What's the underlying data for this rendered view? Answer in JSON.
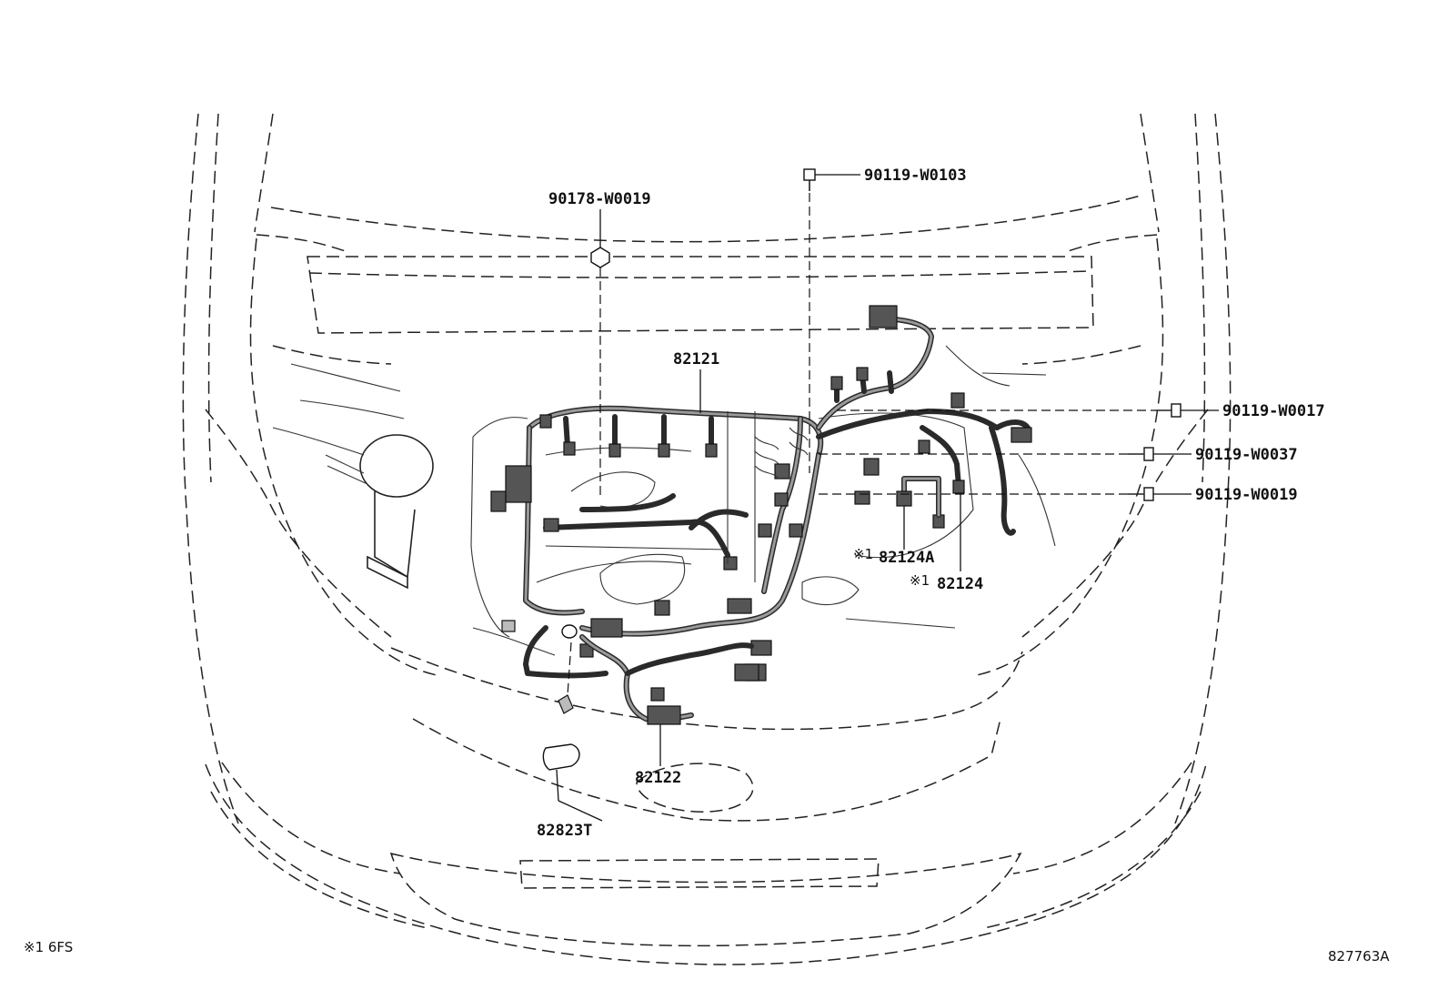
{
  "labels": {
    "harness_main": "82121",
    "harness_front": "82122",
    "harness_sub_a": "82124A",
    "harness_sub": "82124",
    "protector": "82823T",
    "nut_left": "90178-W0019",
    "bolt_top": "90119-W0103",
    "bolt_r1": "90119-W0017",
    "bolt_r2": "90119-W0037",
    "bolt_r3": "90119-W0019",
    "mark_a": "※1",
    "mark_b": "※1"
  },
  "footnote": "※1 6FS",
  "illustration_id": "827763A"
}
